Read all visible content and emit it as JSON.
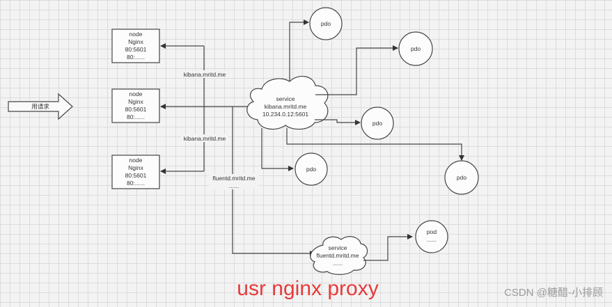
{
  "user_arrow_label": "用请求",
  "nginx_nodes": [
    {
      "lines": [
        "node",
        "Nginx",
        "80:5601",
        "80:......"
      ]
    },
    {
      "lines": [
        "node",
        "Nginx",
        "80:5601",
        "80:......"
      ]
    },
    {
      "lines": [
        "node",
        "Nginx",
        "80:5601",
        "80:......"
      ]
    }
  ],
  "kibana_service": {
    "lines": [
      "service",
      "kibana.mritd.me",
      "10.234.0.12:5601"
    ]
  },
  "fluentd_service": {
    "lines": [
      "service",
      "fluentd.mritd.me",
      "......"
    ]
  },
  "edge_labels": {
    "kibana_top": "kibana.mritd.me",
    "kibana_mid": "kibana.mritd.me",
    "fluentd": "fluentd.mritd.me",
    "fluentd_dots": "......"
  },
  "pods": [
    {
      "label": "pdo"
    },
    {
      "label": "pdo"
    },
    {
      "label": "pdo"
    },
    {
      "label": "pdo"
    },
    {
      "label": "pdo"
    }
  ],
  "fluentd_pod": {
    "lines": [
      "pod",
      "......"
    ]
  },
  "caption": "usr nginx proxy",
  "watermark": "CSDN @糖醋-小排顾"
}
